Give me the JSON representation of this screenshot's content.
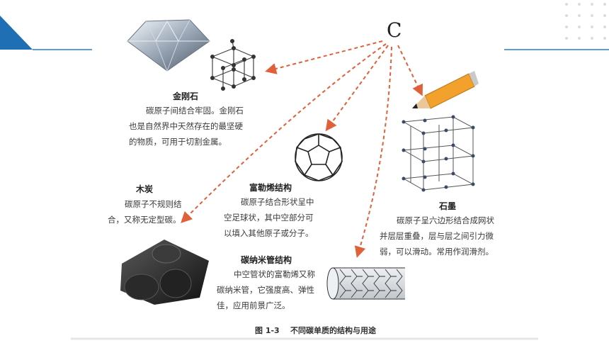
{
  "element_symbol": "C",
  "diamond": {
    "title": "金刚石",
    "lines": [
      "碳原子间结合牢固。金刚石",
      "也是自然界中天然存在的最坚硬",
      "的物质，可用于切割金属。"
    ]
  },
  "charcoal": {
    "title": "木炭",
    "lines": [
      "碳原子不规则结",
      "合，又称无定型碳。"
    ]
  },
  "fullerene": {
    "title": "富勒烯结构",
    "lines": [
      "碳原子结合形状呈中",
      "空足球状，其中空部分可",
      "以填入其他原子或分子。"
    ]
  },
  "nanotube": {
    "title": "碳纳米管结构",
    "lines": [
      "中空管状的富勒烯又称",
      "碳纳米管，它强度高、弹性",
      "佳，应用前景广泛。"
    ]
  },
  "graphite": {
    "title": "石墨",
    "lines": [
      "碳原子呈六边形结合成网状",
      "并层层重叠，层与层之间引力微",
      "弱，可以滑动。常用作润滑剂。"
    ]
  },
  "caption": "图 1-3    不同碳单质的结构与用途",
  "colors": {
    "accent_blue": "#1f6fb5",
    "arrow_red": "#e0603a",
    "line_blue": "#2a7cc0"
  },
  "icons": [
    "diamond-gem-icon",
    "diamond-lattice-icon",
    "fullerene-ball-icon",
    "pencil-icon",
    "graphite-layers-icon",
    "charcoal-icon",
    "nanotube-icon"
  ]
}
